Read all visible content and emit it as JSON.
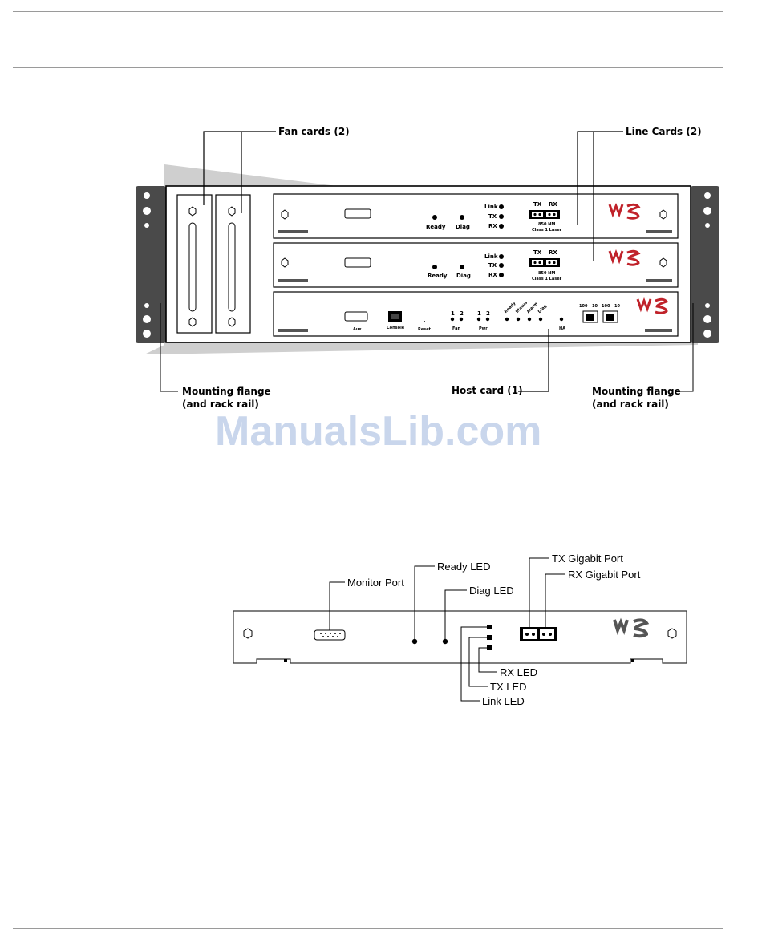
{
  "figure1": {
    "fan_cards": "Fan cards (2)",
    "line_cards": "Line Cards (2)",
    "host_card": "Host card (1)",
    "flange_left_1": "Mounting flange",
    "flange_left_2": "(and rack rail)",
    "flange_right_1": "Mounting flange",
    "flange_right_2": "(and rack rail)",
    "line_card": {
      "link": "Link",
      "tx": "TX",
      "rx": "RX",
      "ready": "Ready",
      "diag": "Diag",
      "port_tx": "TX",
      "port_rx": "RX",
      "nm": "850 NM",
      "laser": "Class 1 Laser"
    },
    "host": {
      "aux": "Aux",
      "console": "Console",
      "reset": "Reset",
      "fan": "Fan",
      "pwr": "Pwr",
      "one": "1",
      "two": "2",
      "ready": "Ready",
      "status": "Status",
      "alarm": "Alarm",
      "diag": "Diag",
      "ha": "HA",
      "speed_100": "100",
      "speed_10": "10"
    }
  },
  "watermark": "ManualsLib.com",
  "figure2": {
    "monitor_port": "Monitor Port",
    "ready_led": "Ready LED",
    "diag_led": "Diag LED",
    "tx_port": "TX Gigabit Port",
    "rx_port": "RX Gigabit Port",
    "rx_led": "RX LED",
    "tx_led": "TX LED",
    "link_led": "Link LED"
  },
  "colors": {
    "logo": "#c0222a",
    "watermark": "#c9d6ec",
    "flange": "#4a4a4a"
  }
}
